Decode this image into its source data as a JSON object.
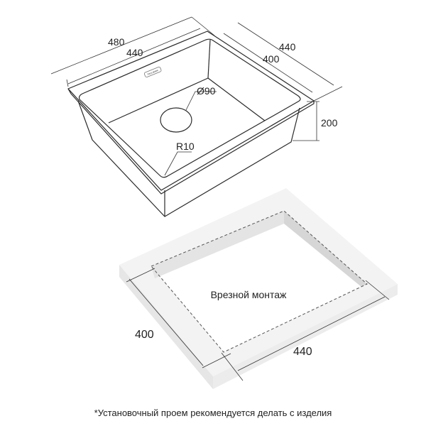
{
  "sink": {
    "dimensions": {
      "outer_width": "480",
      "inner_width": "440",
      "outer_depth": "440",
      "inner_depth": "400",
      "height": "200",
      "drain_diameter": "Ø90",
      "corner_radius": "R10"
    },
    "logo_text": "PAULMARK"
  },
  "countertop": {
    "label": "Врезной монтаж",
    "cutout_depth": "400",
    "cutout_width": "440"
  },
  "footnote": "*Установочный проем рекомендуется делать с изделия",
  "colors": {
    "line": "#2a2a2a",
    "slab": "#f0f0f0",
    "slab_shadow": "#dcdcdc"
  }
}
